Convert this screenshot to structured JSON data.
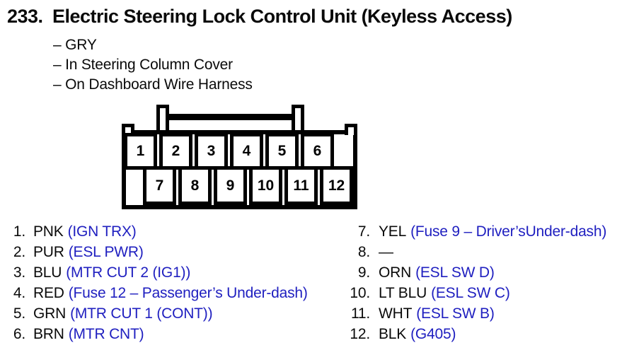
{
  "page": {
    "title_number": "233.",
    "title": "Electric Steering Lock Control Unit (Keyless Access)",
    "bullets": [
      "– GRY",
      "– In Steering Column Cover",
      "– On Dashboard Wire Harness"
    ]
  },
  "connector": {
    "top_row": [
      "1",
      "2",
      "3",
      "4",
      "5",
      "6"
    ],
    "bottom_row": [
      "7",
      "8",
      "9",
      "10",
      "11",
      "12"
    ]
  },
  "pin_list": {
    "left": [
      {
        "num": "1.",
        "color": "PNK",
        "func": "(IGN TRX)"
      },
      {
        "num": "2.",
        "color": "PUR",
        "func": "(ESL PWR)"
      },
      {
        "num": "3.",
        "color": "BLU",
        "func": "(MTR CUT 2 (IG1))"
      },
      {
        "num": "4.",
        "color": "RED",
        "func": "(Fuse 12 – Passenger’s Under-dash)"
      },
      {
        "num": "5.",
        "color": "GRN",
        "func": "(MTR CUT 1 (CONT))"
      },
      {
        "num": "6.",
        "color": "BRN",
        "func": "(MTR CNT)"
      }
    ],
    "right": [
      {
        "num": "7.",
        "color": "YEL",
        "func": "(Fuse 9 – Driver’sUnder-dash)"
      },
      {
        "num": "8.",
        "color": "—",
        "func": ""
      },
      {
        "num": "9.",
        "color": "ORN",
        "func": "(ESL SW D)"
      },
      {
        "num": "10.",
        "color": "LT BLU",
        "func": "(ESL SW C)"
      },
      {
        "num": "11.",
        "color": "WHT",
        "func": "(ESL SW B)"
      },
      {
        "num": "12.",
        "color": "BLK",
        "func": "(G405)"
      }
    ]
  },
  "colors": {
    "function_blue": "#2020c0",
    "text_black": "#0a0a0a"
  }
}
